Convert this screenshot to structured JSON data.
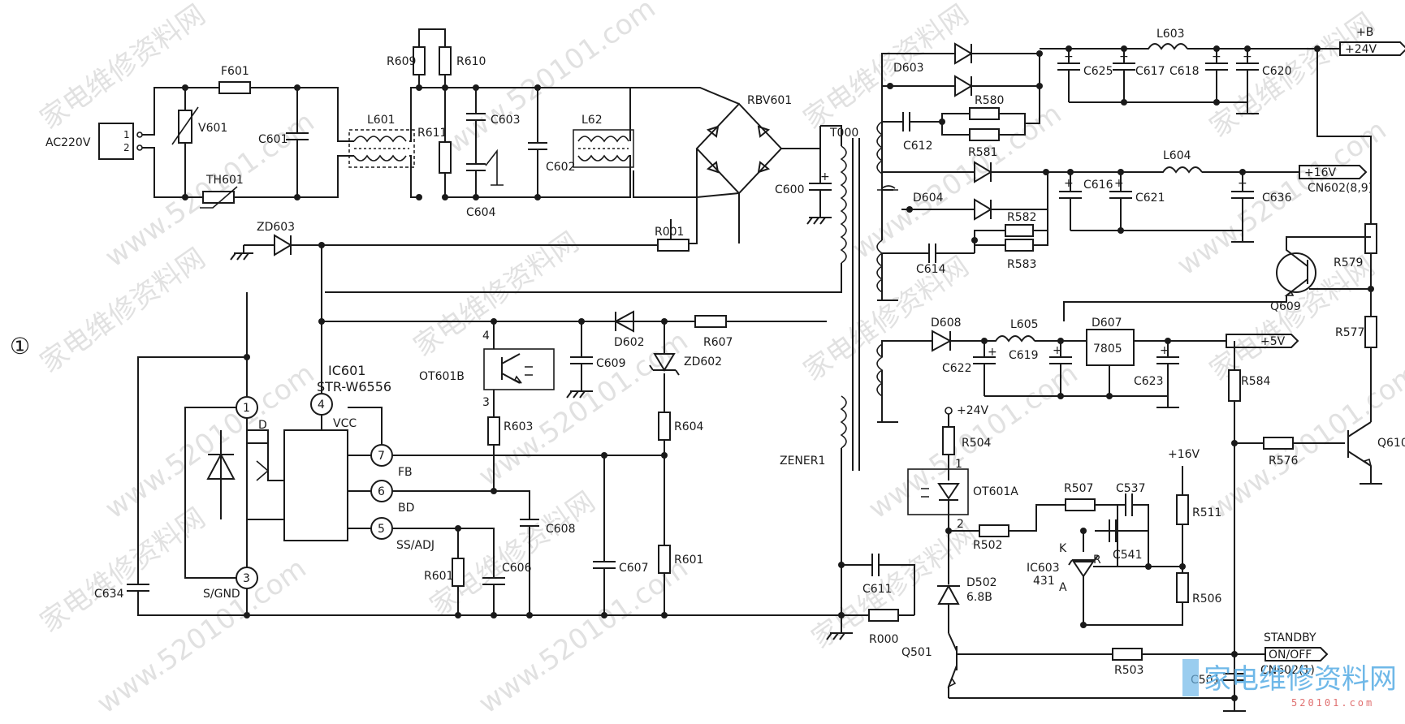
{
  "power_input": {
    "label": "AC220V",
    "pin1": "1",
    "pin2": "2"
  },
  "components": {
    "F601": "F601",
    "V601": "V601",
    "C601": "C601",
    "TH601": "TH601",
    "L601": "L601",
    "R609": "R609",
    "R610": "R610",
    "R611": "R611",
    "C603": "C603",
    "C604": "C604",
    "C602": "C602",
    "L62": "L62",
    "RBV601": "RBV601",
    "C600": "C600",
    "T000": "T000",
    "ZD603": "ZD603",
    "R001": "R001",
    "IC601": "IC601",
    "IC601_part": "STR-W6556",
    "OT601B": "OT601B",
    "C609": "C609",
    "D602": "D602",
    "R607": "R607",
    "ZD602": "ZD602",
    "R603": "R603",
    "R604": "R604",
    "R601a": "R601",
    "R601b": "R601",
    "C608": "C608",
    "C606": "C606",
    "C607": "C607",
    "C634": "C634",
    "ZENER1": "ZENER1",
    "C611": "C611",
    "R000": "R000",
    "D603": "D603",
    "C612": "C612",
    "R580": "R580",
    "R581": "R581",
    "C625": "C625",
    "C617": "C617",
    "L603": "L603",
    "C618": "C618",
    "C620": "C620",
    "D604": "D604",
    "C614": "C614",
    "R582": "R582",
    "R583": "R583",
    "C616": "C616",
    "C621": "C621",
    "L604": "L604",
    "C636": "C636",
    "R579": "R579",
    "Q609": "Q609",
    "D608": "D608",
    "L605": "L605",
    "C622": "C622",
    "C619": "C619",
    "D607": "D607",
    "D607_part": "7805",
    "C623": "C623",
    "R577": "R577",
    "R584": "R584",
    "R576": "R576",
    "Q610": "Q610",
    "R504": "R504",
    "OT601A": "OT601A",
    "R507": "R507",
    "C537": "C537",
    "R511": "R511",
    "R502": "R502",
    "C541": "C541",
    "IC603": "IC603",
    "IC603_part": "431",
    "D502": "D502",
    "D502_value": "6.8B",
    "R506": "R506",
    "Q501": "Q501",
    "R503": "R503",
    "C501": "C501"
  },
  "pins": {
    "p1": "1",
    "p1_name": "D",
    "p4": "4",
    "p4_name": "VCC",
    "p7": "7",
    "p7_name": "FB",
    "p6": "6",
    "p6_name": "BD",
    "p5": "5",
    "p5_name": "SS/ADJ",
    "p3": "3",
    "p3_name": "S/GND",
    "ot4": "4",
    "ot3": "3",
    "ot1": "1",
    "ot2": "2",
    "k": "K",
    "r": "R",
    "a": "A"
  },
  "rails": {
    "b_label": "+B",
    "v24": "+24V",
    "v16": "+16V",
    "v16_conn": "CN602(8,9)",
    "v5": "+5V",
    "v24_small": "+24V",
    "v16_small": "+16V",
    "standby": "STANDBY",
    "onoff": "ON/OFF",
    "standby_conn": "CN602(1)"
  },
  "side_mark": "①",
  "watermark": {
    "text": "家电维修资料网",
    "url": "www.520101.com"
  },
  "logo": {
    "text": "家电维修资料网",
    "url": "520101.com"
  }
}
